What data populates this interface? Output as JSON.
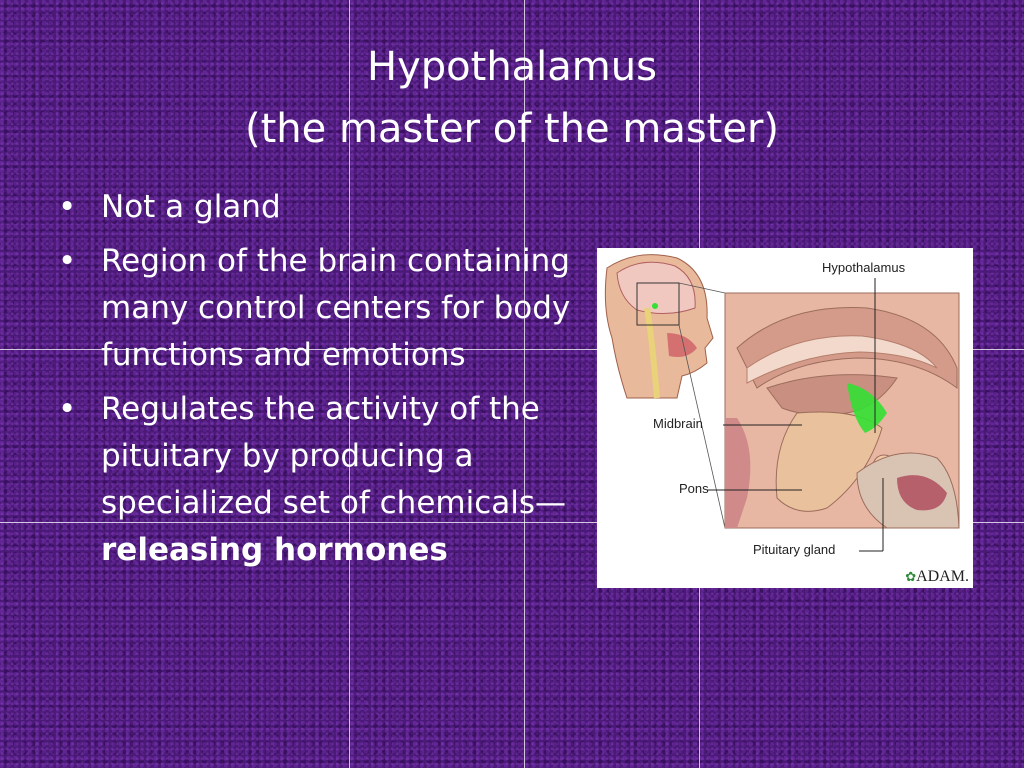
{
  "slide": {
    "title_line1": "Hypothalamus",
    "title_line2": "(the master of the master)",
    "bullets": {
      "b1": "Not a gland",
      "b2": "Region of the brain containing many control centers for body functions and emotions",
      "b3_pre": "Regulates the activity of the pituitary by producing a specialized set of chemicals—",
      "b3_bold": "releasing hormones"
    }
  },
  "figure": {
    "label_hypothalamus": "Hypothalamus",
    "label_midbrain": "Midbrain",
    "label_pons": "Pons",
    "label_pituitary": "Pituitary gland",
    "logo_text": "ADAM."
  },
  "colors": {
    "background": "#4b1a78",
    "text": "#ffffff",
    "hypothalamus_highlight": "#33e033"
  }
}
